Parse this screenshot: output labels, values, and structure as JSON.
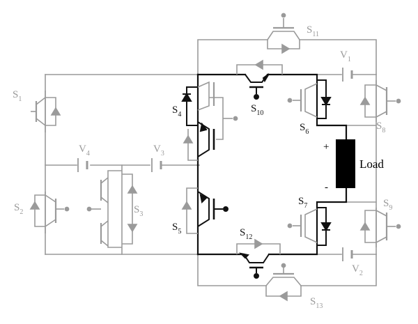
{
  "colors": {
    "active": "#111111",
    "inactive": "#9a9a9a",
    "load": "#000000",
    "background": "#ffffff"
  },
  "labels": {
    "S1": {
      "main": "S",
      "sub": "1"
    },
    "S2": {
      "main": "S",
      "sub": "2"
    },
    "S3": {
      "main": "S",
      "sub": "3"
    },
    "S4": {
      "main": "S",
      "sub": "4"
    },
    "S5": {
      "main": "S",
      "sub": "5"
    },
    "S6": {
      "main": "S",
      "sub": "6"
    },
    "S7": {
      "main": "S",
      "sub": "7"
    },
    "S8": {
      "main": "S",
      "sub": "8"
    },
    "S9": {
      "main": "S",
      "sub": "9"
    },
    "S10": {
      "main": "S",
      "sub": "10"
    },
    "S11": {
      "main": "S",
      "sub": "11"
    },
    "S12": {
      "main": "S",
      "sub": "12"
    },
    "S13": {
      "main": "S",
      "sub": "13"
    },
    "V1": {
      "main": "V",
      "sub": "1"
    },
    "V2": {
      "main": "V",
      "sub": "2"
    },
    "V3": {
      "main": "V",
      "sub": "3"
    },
    "V4": {
      "main": "V",
      "sub": "4"
    }
  },
  "load": {
    "label": "Load",
    "plus": "+",
    "minus": "-"
  }
}
